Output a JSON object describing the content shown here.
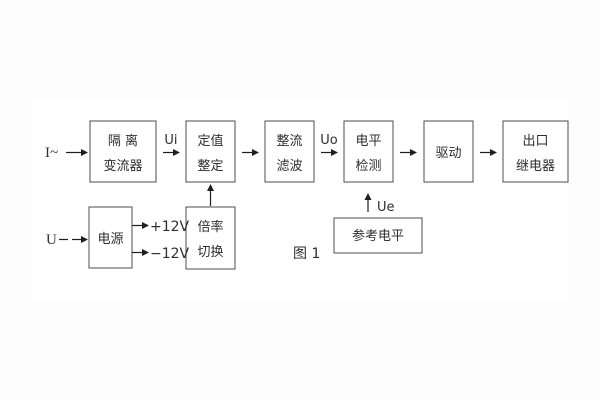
{
  "figure": {
    "caption": "图 1",
    "background": "#ffffff",
    "box_border_color": "#4d4d4d",
    "line_color": "#1f1f1f",
    "text_color": "#2e2e2e"
  },
  "inputs": {
    "current": "I~",
    "voltage": "U"
  },
  "signals": {
    "ui": "Ui",
    "uo": "Uo",
    "ue": "Ue",
    "plus12": "+12V",
    "minus12": "−12V"
  },
  "blocks": {
    "isolation": {
      "line1": "隔 离",
      "line2": "变流器"
    },
    "setting": {
      "line1": "定值",
      "line2": "整定"
    },
    "rectifier": {
      "line1": "整流",
      "line2": "滤波"
    },
    "level": {
      "line1": "电平",
      "line2": "检测"
    },
    "drive": {
      "label": "驱动"
    },
    "relay": {
      "line1": "出口",
      "line2": "继电器"
    },
    "power": {
      "label": "电源"
    },
    "ratio": {
      "line1": "倍率",
      "line2": "切换"
    },
    "reference": {
      "label": "参考电平"
    }
  }
}
